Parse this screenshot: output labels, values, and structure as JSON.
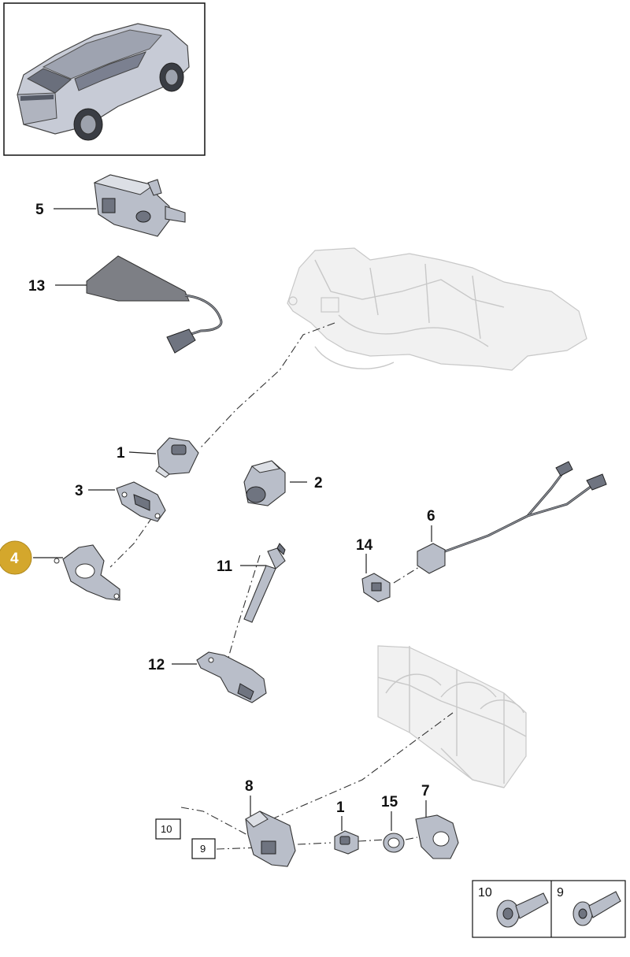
{
  "callouts": {
    "c1": "1",
    "c1b": "1",
    "c2": "2",
    "c3": "3",
    "c4": "4",
    "c5": "5",
    "c6": "6",
    "c7": "7",
    "c8": "8",
    "c11": "11",
    "c12": "12",
    "c13": "13",
    "c14": "14",
    "c15": "15"
  },
  "boxed_refs": {
    "b10": "10",
    "b9": "9"
  },
  "legend": {
    "left_label": "10",
    "right_label": "9"
  },
  "colors": {
    "highlight_badge": "#d4a72c",
    "part_fill": "#b9bec9",
    "ghost_fill": "#f1f1f1"
  }
}
